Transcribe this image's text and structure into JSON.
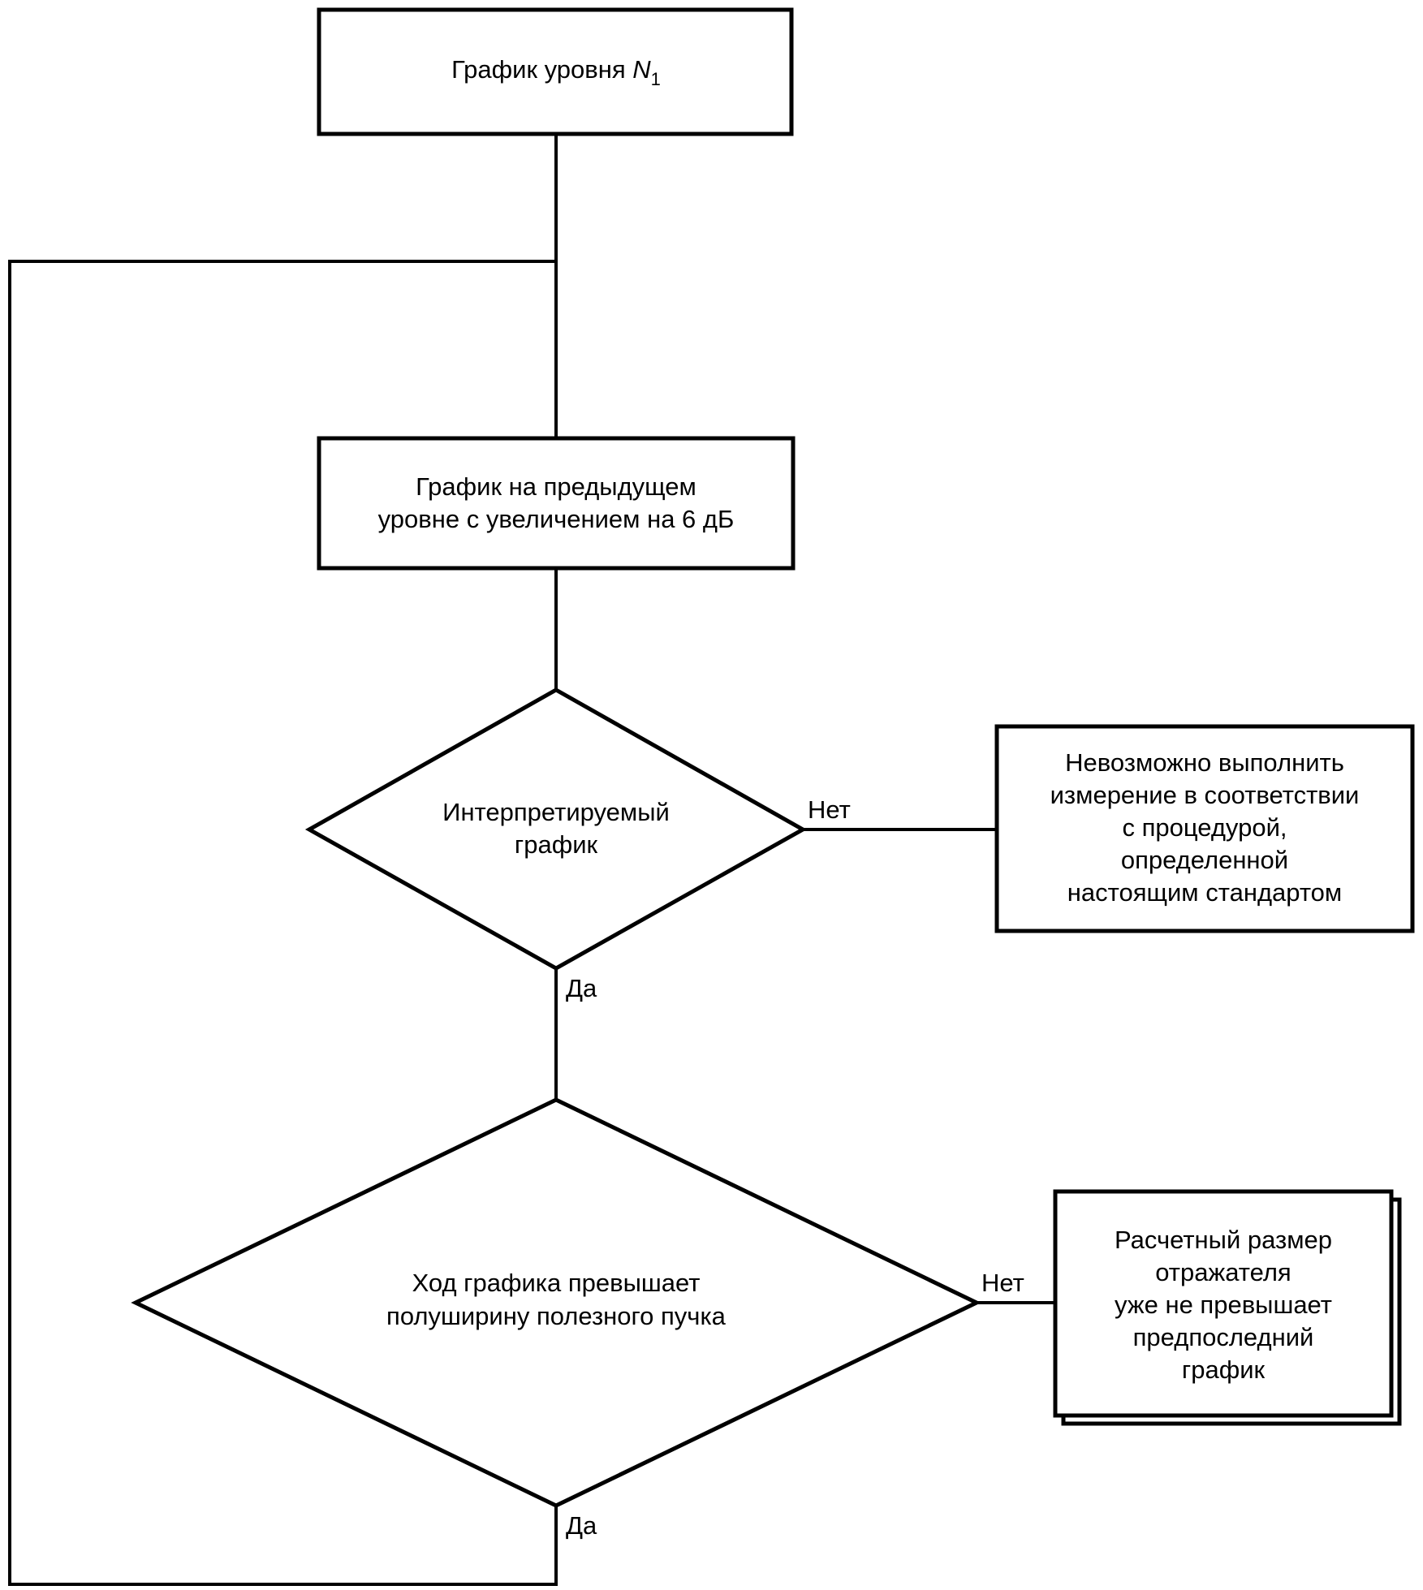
{
  "flowchart": {
    "start_box": {
      "text": "График уровня ",
      "var": "N",
      "sub": "1"
    },
    "step_box": {
      "line1": "График на предыдущем",
      "line2": "уровне с увеличением на 6 дБ"
    },
    "decision1": {
      "line1": "Интерпретируемый",
      "line2": "график",
      "no_label": "Нет",
      "yes_label": "Да"
    },
    "error_box": {
      "line1": "Невозможно выполнить",
      "line2": "измерение в соответствии",
      "line3": "с процедурой,",
      "line4": "определенной",
      "line5": "настоящим стандартом"
    },
    "decision2": {
      "line1": "Ход графика превышает",
      "line2": "полуширину полезного пучка",
      "no_label": "Нет",
      "yes_label": "Да"
    },
    "result_box": {
      "line1": "Расчетный размер",
      "line2": "отражателя",
      "line3": "уже не превышает",
      "line4": "предпоследний",
      "line5": "график"
    }
  }
}
